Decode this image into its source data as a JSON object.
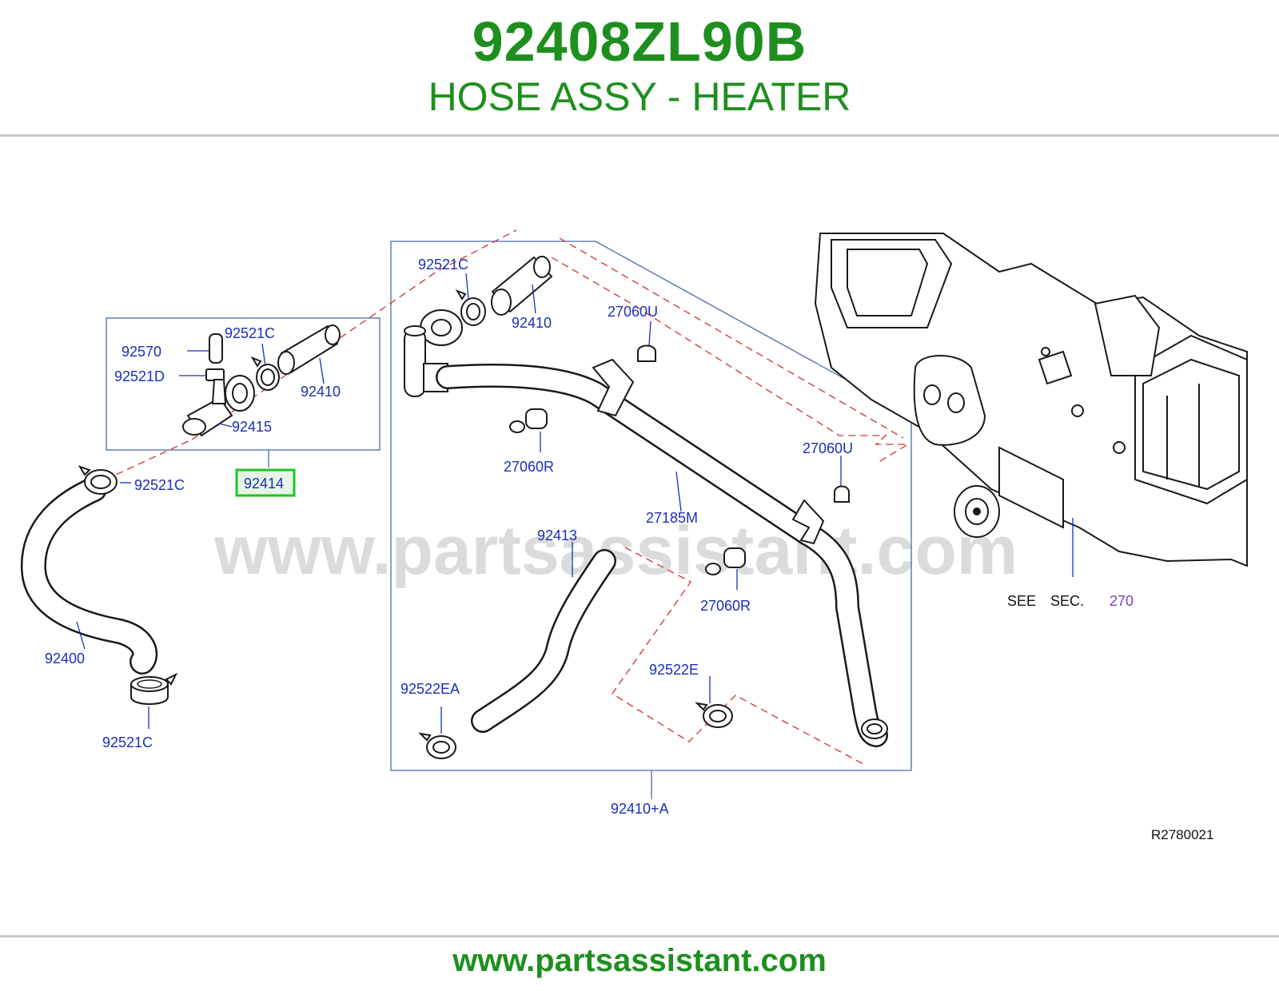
{
  "header": {
    "part_number": "92408ZL90B",
    "part_name": "HOSE ASSY - HEATER"
  },
  "watermark": "www.partsassistant.com",
  "footer": {
    "url": "www.partsassistant.com"
  },
  "callouts": {
    "c_92570": "92570",
    "c_92521c_a": "92521C",
    "c_92521d": "92521D",
    "c_92410_a": "92410",
    "c_92415": "92415",
    "c_92414": "92414",
    "c_92521c_b": "92521C",
    "c_92400": "92400",
    "c_92521c_c": "92521C",
    "c_92521c_d": "92521C",
    "c_92410_b": "92410",
    "c_27060u_a": "27060U",
    "c_27060r_a": "27060R",
    "c_27060u_b": "27060U",
    "c_27185m": "27185M",
    "c_92413": "92413",
    "c_27060r_b": "27060R",
    "c_92522e": "92522E",
    "c_92522ea": "92522EA",
    "c_92410a": "92410+A"
  },
  "see_section": {
    "see": "SEE",
    "sec": "SEC.",
    "number": "270"
  },
  "reference_code": "R2780021",
  "colors": {
    "title_green": "#1e8f1e",
    "callout_blue": "#1a2fb8",
    "highlight_green": "#22c522",
    "highlight_fill": "#e6f5e6",
    "dash_red": "#d03030",
    "section_purple": "#7a3fc0"
  }
}
